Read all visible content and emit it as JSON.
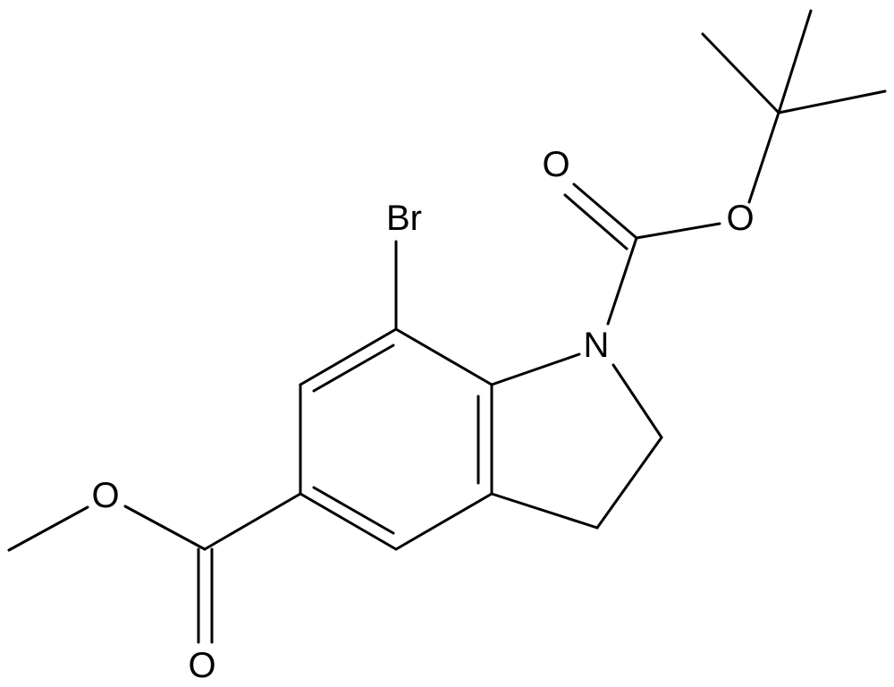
{
  "molecule": {
    "atoms": {
      "bromine": "Br",
      "nitrogen": "N",
      "carbamate_carbonyl_oxygen": "O",
      "carbamate_ester_oxygen": "O",
      "methyl_ester_oxygen": "O",
      "methyl_carbonyl_oxygen": "O"
    }
  },
  "colors": {
    "bond": "#000000",
    "label": "#000000",
    "background": "#ffffff"
  }
}
